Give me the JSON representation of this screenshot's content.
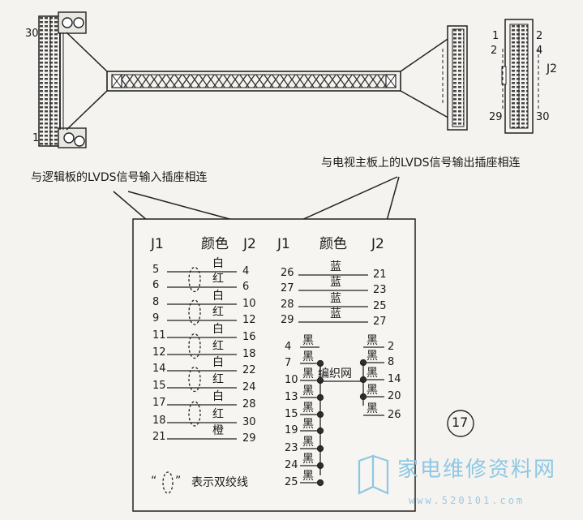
{
  "cable": {
    "left_pin_top": "30",
    "left_pin_bottom": "1",
    "pinout_label": "J2",
    "pinout_pins": {
      "top_left": "1",
      "top_right": "2",
      "second_left": "2",
      "second_right": "4",
      "bottom_left": "29",
      "bottom_right": "30"
    }
  },
  "captions": {
    "left": "与逻辑板的LVDS信号输入插座相连",
    "right": "与电视主板上的LVDS信号输出插座相连"
  },
  "table": {
    "left_headers": {
      "j1": "J1",
      "color": "颜色",
      "j2": "J2"
    },
    "right_headers": {
      "j1": "J1",
      "color": "颜色",
      "j2": "J2"
    },
    "left_rows": [
      {
        "j1": "5",
        "color": "白",
        "j2": "4"
      },
      {
        "j1": "6",
        "color": "红",
        "j2": "6"
      },
      {
        "j1": "8",
        "color": "白",
        "j2": "10"
      },
      {
        "j1": "9",
        "color": "红",
        "j2": "12"
      },
      {
        "j1": "11",
        "color": "白",
        "j2": "16"
      },
      {
        "j1": "12",
        "color": "红",
        "j2": "18"
      },
      {
        "j1": "14",
        "color": "白",
        "j2": "22"
      },
      {
        "j1": "15",
        "color": "红",
        "j2": "24"
      },
      {
        "j1": "17",
        "color": "白",
        "j2": "28"
      },
      {
        "j1": "18",
        "color": "红",
        "j2": "30"
      },
      {
        "j1": "21",
        "color": "橙",
        "j2": "29"
      }
    ],
    "right_rows": [
      {
        "j1": "26",
        "color": "蓝",
        "j2": "21"
      },
      {
        "j1": "27",
        "color": "蓝",
        "j2": "23"
      },
      {
        "j1": "28",
        "color": "蓝",
        "j2": "25"
      },
      {
        "j1": "29",
        "color": "蓝",
        "j2": "27"
      }
    ],
    "black_left": [
      {
        "pin": "4",
        "color": "黑"
      },
      {
        "pin": "7",
        "color": "黑"
      },
      {
        "pin": "10",
        "color": "黑"
      },
      {
        "pin": "13",
        "color": "黑"
      },
      {
        "pin": "15",
        "color": "黑"
      },
      {
        "pin": "19",
        "color": "黑"
      },
      {
        "pin": "23",
        "color": "黑"
      },
      {
        "pin": "24",
        "color": "黑"
      },
      {
        "pin": "25",
        "color": "黑"
      }
    ],
    "black_right": [
      {
        "pin": "2",
        "color": "黑"
      },
      {
        "pin": "8",
        "color": "黑"
      },
      {
        "pin": "14",
        "color": "黑"
      },
      {
        "pin": "20",
        "color": "黑"
      },
      {
        "pin": "26",
        "color": "黑"
      }
    ],
    "braid_label": "编织网",
    "legend_quote_open": "“",
    "legend_quote_close": "”",
    "legend_text": "表示双绞线"
  },
  "figure_number": "17",
  "watermark": {
    "text": "家电维修资料网",
    "url": "www.520101.com"
  }
}
